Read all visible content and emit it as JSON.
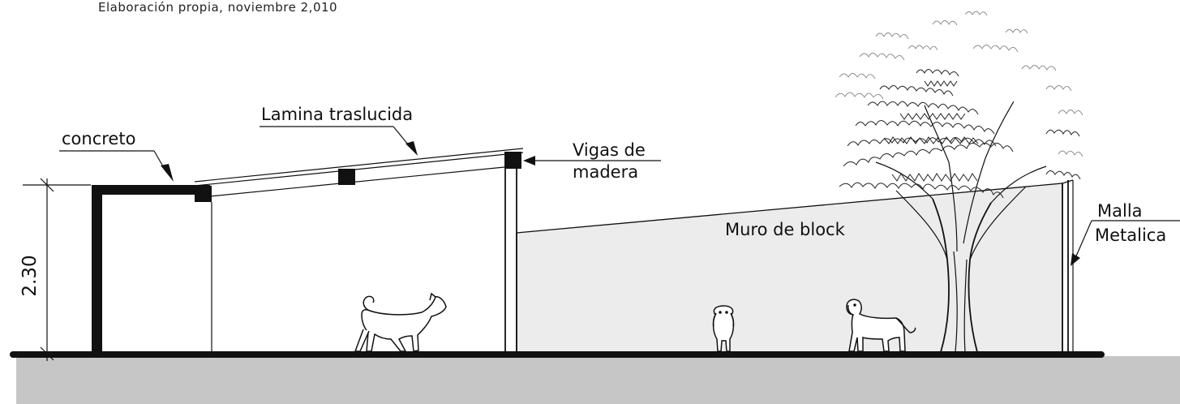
{
  "credit": "Elaboración  propia,  noviembre  2,010",
  "labels": {
    "concreto": "concreto",
    "lamina": "Lamina traslucida",
    "vigas_line1": "Vigas de",
    "vigas_line2": "madera",
    "muro": "Muro de block",
    "malla_line1": "Malla",
    "malla_line2": "Metalica"
  },
  "dimension": "2.30",
  "colors": {
    "ground": "#c6c6c6",
    "wall": "#ececec",
    "ink": "#111111"
  }
}
